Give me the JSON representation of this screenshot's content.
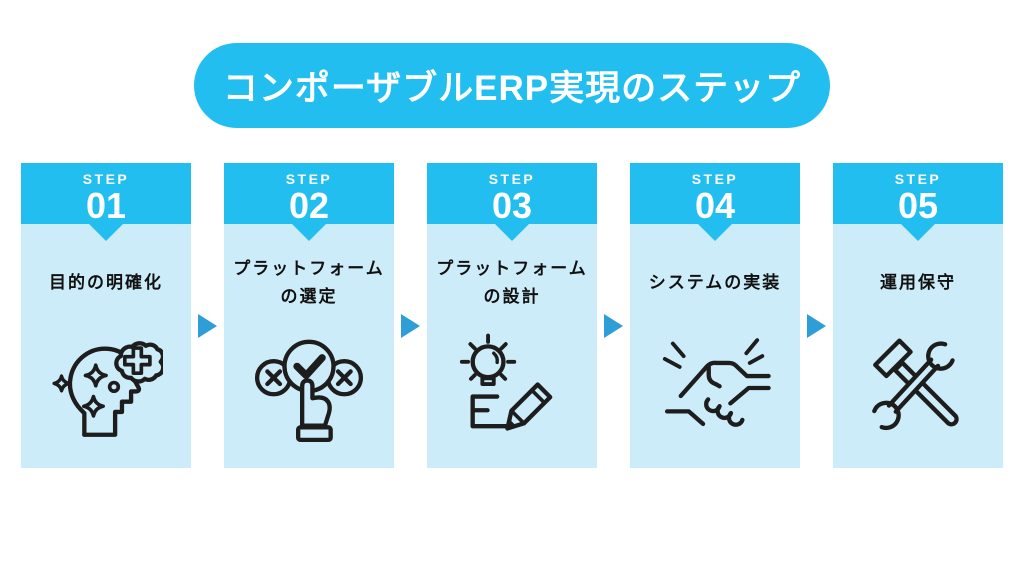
{
  "banner": {
    "title": "コンポーザブルERP実現のステップ"
  },
  "colors": {
    "accent": "#23BEF0",
    "card_body": "#CDECF9",
    "arrow": "#2E9FD6",
    "icon_stroke": "#1d1d1d",
    "banner_text": "#ffffff",
    "title_text": "#111111",
    "page_bg": "#ffffff"
  },
  "steps": [
    {
      "label": "STEP",
      "number": "01",
      "title_lines": [
        "目的の明確化"
      ],
      "icon": "head-idea-icon"
    },
    {
      "label": "STEP",
      "number": "02",
      "title_lines": [
        "プラットフォーム",
        "の選定"
      ],
      "icon": "choice-check-icon"
    },
    {
      "label": "STEP",
      "number": "03",
      "title_lines": [
        "プラットフォーム",
        "の設計"
      ],
      "icon": "bulb-pencil-icon"
    },
    {
      "label": "STEP",
      "number": "04",
      "title_lines": [
        "システムの実装"
      ],
      "icon": "handshake-icon"
    },
    {
      "label": "STEP",
      "number": "05",
      "title_lines": [
        "運用保守"
      ],
      "icon": "hammer-wrench-icon"
    }
  ]
}
